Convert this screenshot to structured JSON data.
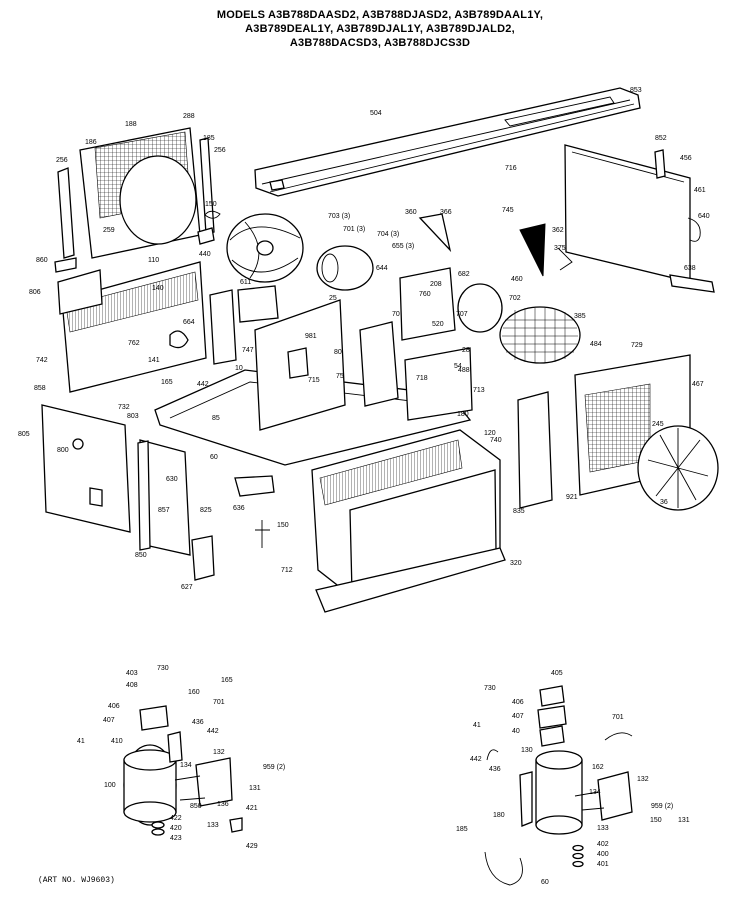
{
  "header": {
    "title_lines": [
      "MODELS A3B788DAASD2, A3B788DJASD2, A3B789DAAL1Y,",
      "A3B789DEAL1Y, A3B789DJAL1Y, A3B789DJALD2,",
      "A3B788DACSD3, A3B788DJCS3D"
    ]
  },
  "footer": {
    "art_no": "(ART NO. WJ9603)"
  },
  "callouts": [
    {
      "id": "c853",
      "text": "853"
    },
    {
      "id": "c504",
      "text": "504"
    },
    {
      "id": "c188",
      "text": "188"
    },
    {
      "id": "c288",
      "text": "288"
    },
    {
      "id": "c186",
      "text": "186"
    },
    {
      "id": "c185",
      "text": "185"
    },
    {
      "id": "c256a",
      "text": "256"
    },
    {
      "id": "c256b",
      "text": "256"
    },
    {
      "id": "c852",
      "text": "852"
    },
    {
      "id": "c456",
      "text": "456"
    },
    {
      "id": "c716",
      "text": "716"
    },
    {
      "id": "c461",
      "text": "461"
    },
    {
      "id": "c640",
      "text": "640"
    },
    {
      "id": "c638",
      "text": "638"
    },
    {
      "id": "c150",
      "text": "150"
    },
    {
      "id": "c703",
      "text": "703 (3)"
    },
    {
      "id": "c701",
      "text": "701 (3)"
    },
    {
      "id": "c704",
      "text": "704 (3)"
    },
    {
      "id": "c655",
      "text": "655 (3)"
    },
    {
      "id": "c360",
      "text": "360"
    },
    {
      "id": "c366",
      "text": "366"
    },
    {
      "id": "c745",
      "text": "745"
    },
    {
      "id": "c362",
      "text": "362"
    },
    {
      "id": "c375",
      "text": "375"
    },
    {
      "id": "c259",
      "text": "259"
    },
    {
      "id": "c440",
      "text": "440"
    },
    {
      "id": "c860",
      "text": "860"
    },
    {
      "id": "c110",
      "text": "110"
    },
    {
      "id": "c806",
      "text": "806"
    },
    {
      "id": "c25",
      "text": "25"
    },
    {
      "id": "c644",
      "text": "644"
    },
    {
      "id": "c682",
      "text": "682"
    },
    {
      "id": "c460",
      "text": "460"
    },
    {
      "id": "c140",
      "text": "140"
    },
    {
      "id": "c611",
      "text": "611"
    },
    {
      "id": "c664",
      "text": "664"
    },
    {
      "id": "c760",
      "text": "760"
    },
    {
      "id": "c702",
      "text": "702"
    },
    {
      "id": "c707",
      "text": "707"
    },
    {
      "id": "c385",
      "text": "385"
    },
    {
      "id": "c520",
      "text": "520"
    },
    {
      "id": "c729",
      "text": "729"
    },
    {
      "id": "c742",
      "text": "742"
    },
    {
      "id": "c762",
      "text": "762"
    },
    {
      "id": "c141",
      "text": "141"
    },
    {
      "id": "c981",
      "text": "981"
    },
    {
      "id": "c747",
      "text": "747"
    },
    {
      "id": "c10",
      "text": "10"
    },
    {
      "id": "c80",
      "text": "80"
    },
    {
      "id": "c70",
      "text": "70"
    },
    {
      "id": "c208",
      "text": "208"
    },
    {
      "id": "c28",
      "text": "28"
    },
    {
      "id": "c484",
      "text": "484"
    },
    {
      "id": "c488",
      "text": "488"
    },
    {
      "id": "c467",
      "text": "467"
    },
    {
      "id": "c858",
      "text": "858"
    },
    {
      "id": "c732",
      "text": "732"
    },
    {
      "id": "c803",
      "text": "803"
    },
    {
      "id": "c165",
      "text": "165"
    },
    {
      "id": "c442",
      "text": "442"
    },
    {
      "id": "c715",
      "text": "715"
    },
    {
      "id": "c75",
      "text": "75"
    },
    {
      "id": "c54",
      "text": "54"
    },
    {
      "id": "c713",
      "text": "713"
    },
    {
      "id": "c718",
      "text": "718"
    },
    {
      "id": "c180",
      "text": "180"
    },
    {
      "id": "c805",
      "text": "805"
    },
    {
      "id": "c800",
      "text": "800"
    },
    {
      "id": "c60",
      "text": "60"
    },
    {
      "id": "c85",
      "text": "85"
    },
    {
      "id": "c245",
      "text": "245"
    },
    {
      "id": "c740",
      "text": "740"
    },
    {
      "id": "c120",
      "text": "120"
    },
    {
      "id": "c630",
      "text": "630"
    },
    {
      "id": "c36",
      "text": "36"
    },
    {
      "id": "c636",
      "text": "636"
    },
    {
      "id": "c627",
      "text": "627"
    },
    {
      "id": "c825",
      "text": "825"
    },
    {
      "id": "c850",
      "text": "850"
    },
    {
      "id": "c857",
      "text": "857"
    },
    {
      "id": "c835",
      "text": "835"
    },
    {
      "id": "c712",
      "text": "712"
    },
    {
      "id": "c320",
      "text": "320"
    },
    {
      "id": "c921",
      "text": "921"
    },
    {
      "id": "c150b",
      "text": "150"
    },
    {
      "id": "l403",
      "text": "403"
    },
    {
      "id": "l408",
      "text": "408"
    },
    {
      "id": "l730",
      "text": "730"
    },
    {
      "id": "l406",
      "text": "406"
    },
    {
      "id": "l407",
      "text": "407"
    },
    {
      "id": "l410",
      "text": "410"
    },
    {
      "id": "l41",
      "text": "41"
    },
    {
      "id": "l160",
      "text": "160"
    },
    {
      "id": "l165",
      "text": "165"
    },
    {
      "id": "l701",
      "text": "701"
    },
    {
      "id": "l442",
      "text": "442"
    },
    {
      "id": "l436",
      "text": "436"
    },
    {
      "id": "l132",
      "text": "132"
    },
    {
      "id": "l134",
      "text": "134"
    },
    {
      "id": "l131",
      "text": "131"
    },
    {
      "id": "l959",
      "text": "959 (2)"
    },
    {
      "id": "l100",
      "text": "100"
    },
    {
      "id": "l850",
      "text": "850"
    },
    {
      "id": "l136",
      "text": "136"
    },
    {
      "id": "l133",
      "text": "133"
    },
    {
      "id": "l422",
      "text": "422"
    },
    {
      "id": "l420",
      "text": "420"
    },
    {
      "id": "l423",
      "text": "423"
    },
    {
      "id": "l421",
      "text": "421"
    },
    {
      "id": "l429",
      "text": "429"
    },
    {
      "id": "r405",
      "text": "405"
    },
    {
      "id": "r730",
      "text": "730"
    },
    {
      "id": "r406",
      "text": "406"
    },
    {
      "id": "r407",
      "text": "407"
    },
    {
      "id": "r40",
      "text": "40"
    },
    {
      "id": "r41",
      "text": "41"
    },
    {
      "id": "r701",
      "text": "701"
    },
    {
      "id": "r442",
      "text": "442"
    },
    {
      "id": "r436",
      "text": "436"
    },
    {
      "id": "r130",
      "text": "130"
    },
    {
      "id": "r162",
      "text": "162"
    },
    {
      "id": "r132",
      "text": "132"
    },
    {
      "id": "r134",
      "text": "134"
    },
    {
      "id": "r959",
      "text": "959 (2)"
    },
    {
      "id": "r131",
      "text": "131"
    },
    {
      "id": "r150",
      "text": "150"
    },
    {
      "id": "r185",
      "text": "185"
    },
    {
      "id": "r180",
      "text": "180"
    },
    {
      "id": "r133",
      "text": "133"
    },
    {
      "id": "r402",
      "text": "402"
    },
    {
      "id": "r400",
      "text": "400"
    },
    {
      "id": "r401",
      "text": "401"
    },
    {
      "id": "r60",
      "text": "60"
    }
  ]
}
